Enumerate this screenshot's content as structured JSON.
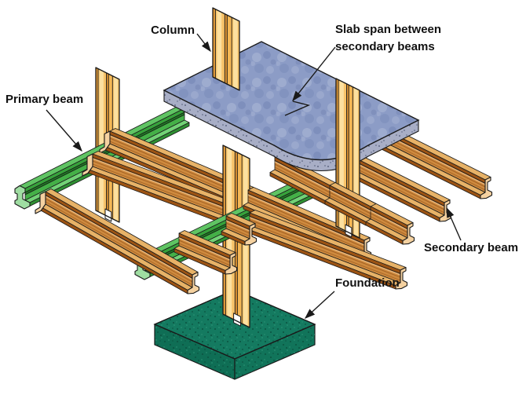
{
  "diagram": {
    "labels": {
      "column": "Column",
      "primary_beam": "Primary beam",
      "slab_line1": "Slab span between",
      "slab_line2": "secondary beams",
      "secondary_beam": "Secondary beam",
      "foundation": "Foundation"
    },
    "colors": {
      "column_fill": "#F5B855",
      "column_highlight": "#FCE0A0",
      "column_shadow": "#DC9232",
      "primary_beam_green": "#44B047",
      "secondary_beam_brown": "#CE8A3E",
      "secondary_beam_dark": "#9C5313",
      "beam_cut_face": "#F4D1A0",
      "slab_blue": "#8C9CC6",
      "slab_edge": "#A8AEC6",
      "foundation_green": "#147A60",
      "outline": "#1A1A1A",
      "label_text": "#111111"
    }
  }
}
